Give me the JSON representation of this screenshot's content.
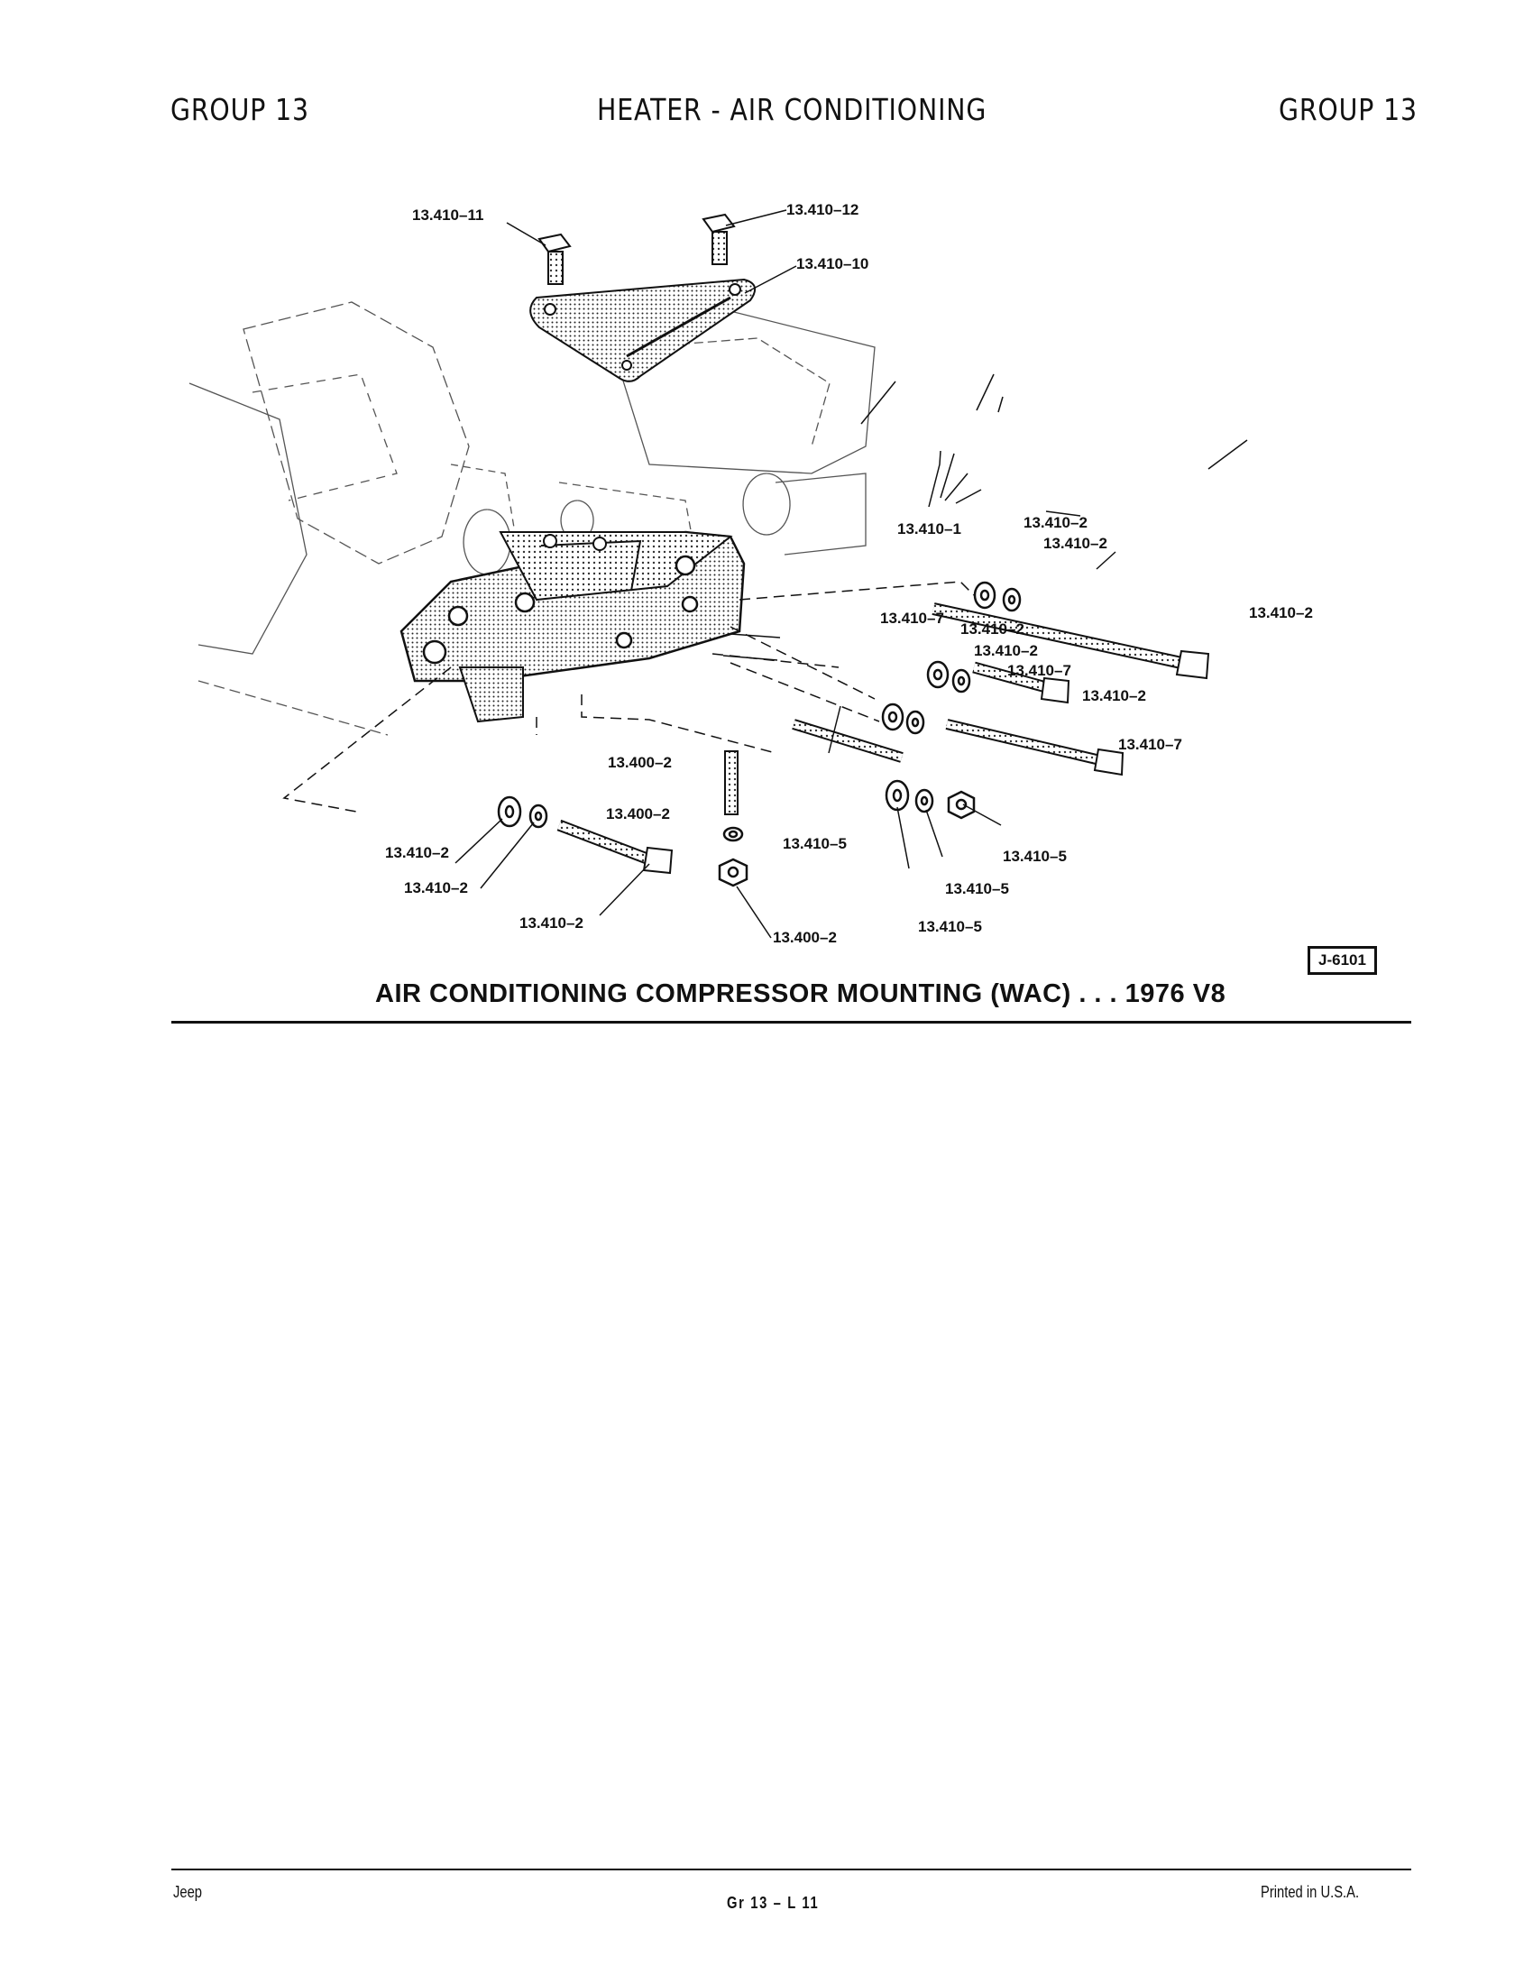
{
  "header": {
    "left": "GROUP 13",
    "center": "HEATER - AIR CONDITIONING",
    "right": "GROUP 13"
  },
  "diagram": {
    "callouts": [
      "13.410–11",
      "13.410–12",
      "13.410–10",
      "13.410–1",
      "13.410–2",
      "13.410–2",
      "13.410–2",
      "13.410–7",
      "13.410–2",
      "13.410–2",
      "13.410–7",
      "13.410–2",
      "13.410–7",
      "13.400–2",
      "13.400–2",
      "13.410–5",
      "13.410–5",
      "13.410–5",
      "13.410–5",
      "13.410–2",
      "13.410–2",
      "13.410–2",
      "13.400–2"
    ],
    "reference_code": "J-6101",
    "caption": "AIR CONDITIONING COMPRESSOR MOUNTING (WAC) . . . 1976  V8"
  },
  "footer": {
    "left": "Jeep",
    "center": "Gr  13  –  L  11",
    "right": "Printed  in U.S.A."
  }
}
